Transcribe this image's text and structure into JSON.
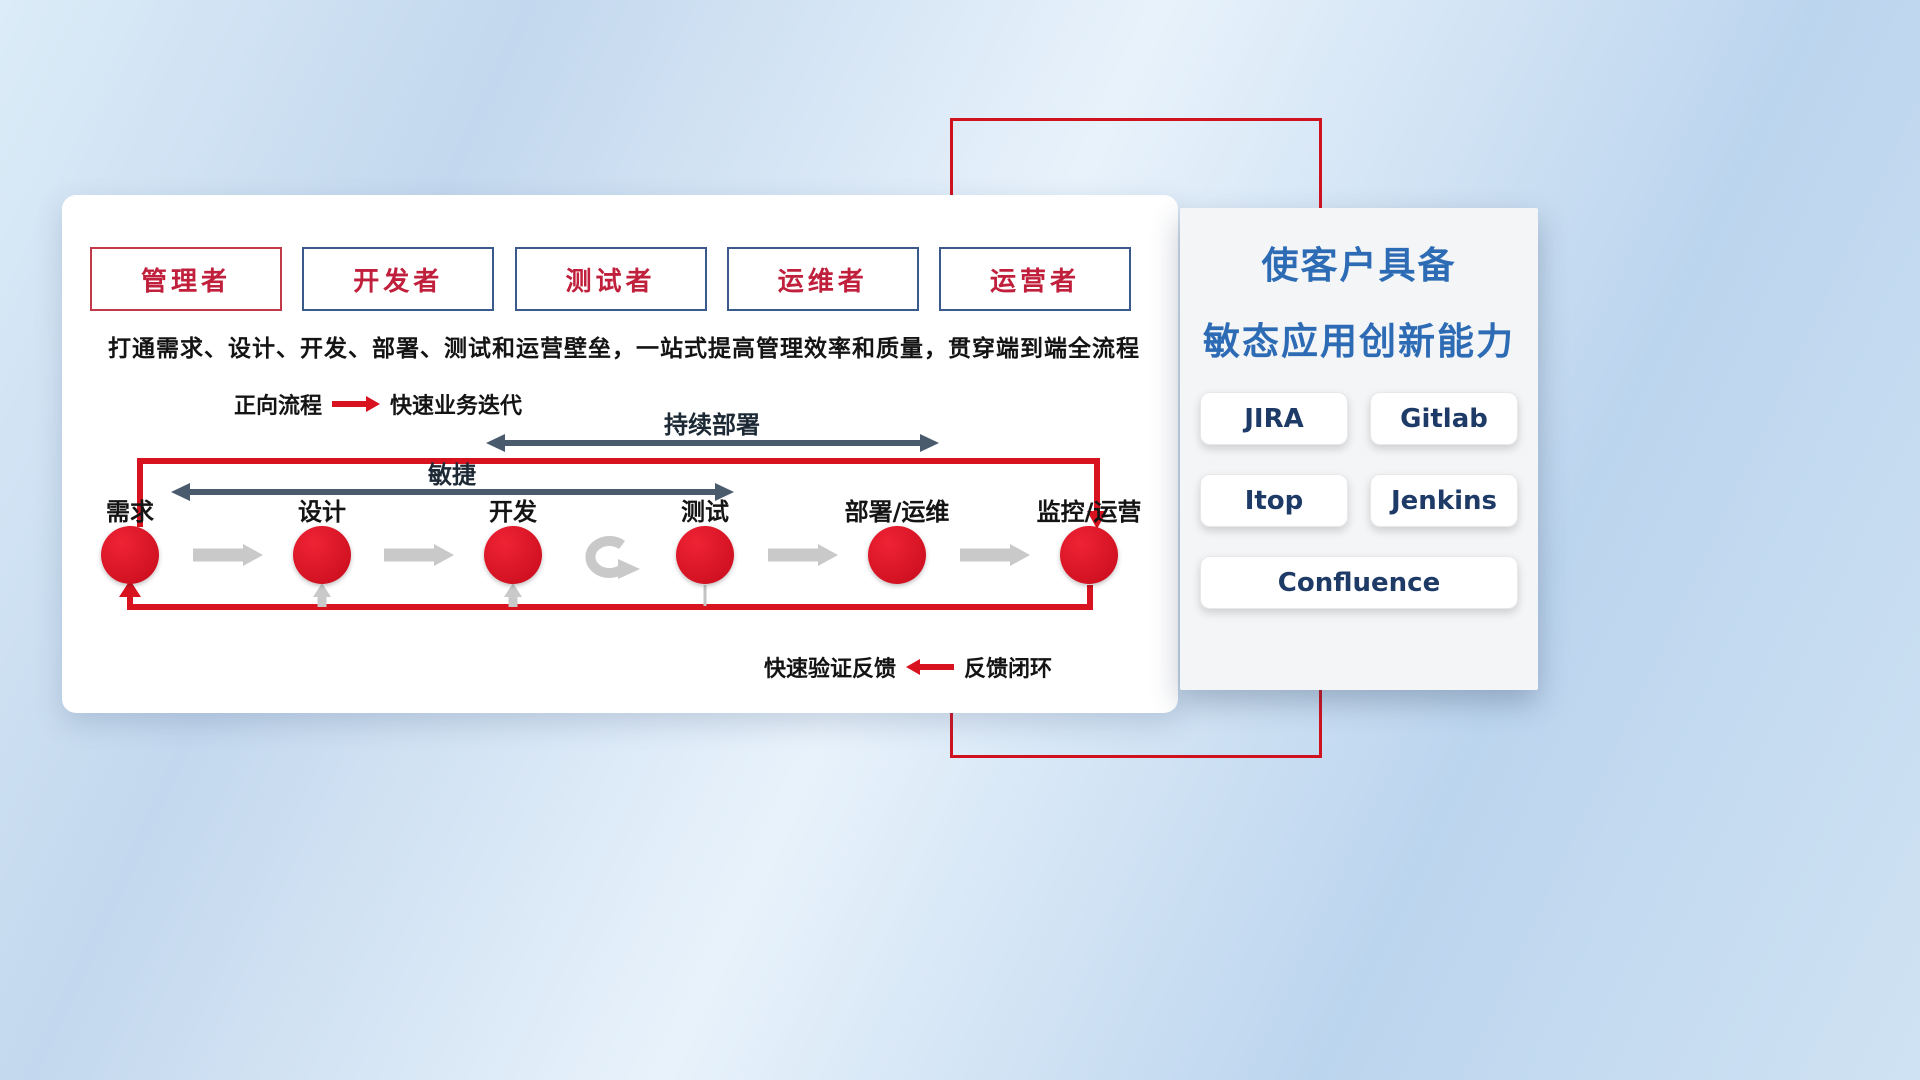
{
  "colors": {
    "red": "#d8121f",
    "navy": "#4a5b6d",
    "gray": "#c9c9c9",
    "ink": "#141414",
    "roleText": "#c0203c",
    "roleBorderRed": "#c23a4a",
    "roleBorderNavy": "#3a5a8c",
    "titleBlue": "#2d6cb5",
    "toolText": "#1e3a66",
    "frameRed": "#d0121f"
  },
  "roles": [
    {
      "label": "管理者"
    },
    {
      "label": "开发者"
    },
    {
      "label": "测试者"
    },
    {
      "label": "运维者"
    },
    {
      "label": "运营者"
    }
  ],
  "subtitle": "打通需求、设计、开发、部署、测试和运营壁垒，一站式提高管理效率和质量，贯穿端到端全流程",
  "legend_forward": {
    "label": "正向流程",
    "desc": "快速业务迭代"
  },
  "legend_feedback": {
    "desc": "快速验证反馈",
    "label": "反馈闭环"
  },
  "span_agile": "敏捷",
  "span_cd": "持续部署",
  "stages": [
    "需求",
    "设计",
    "开发",
    "测试",
    "部署/运维",
    "监控/运营"
  ],
  "right_panel": {
    "title_line1": "使客户具备",
    "title_line2": "敏态应用创新能力",
    "tools": [
      "JIRA",
      "Gitlab",
      "Itop",
      "Jenkins",
      "Confluence"
    ]
  }
}
